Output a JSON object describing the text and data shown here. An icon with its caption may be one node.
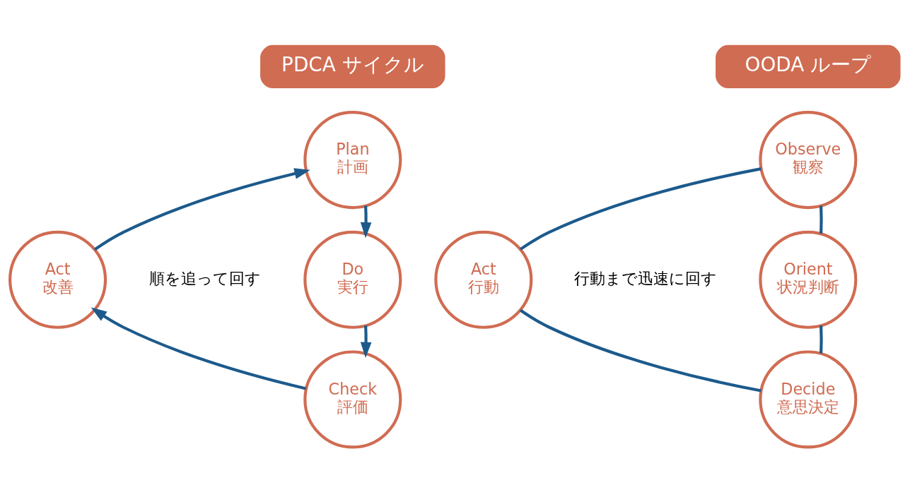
{
  "diagram": {
    "nodes": [
      {
        "text": [
          "PDCA サイクル"
        ]
      },
      {
        "text": [
          "Plan",
          "計画"
        ]
      },
      {
        "text": [
          "Do",
          "実行"
        ]
      },
      {
        "text": [
          "Check",
          "評価"
        ]
      },
      {
        "text": [
          "Act",
          "改善"
        ]
      },
      {
        "text": [
          "OODA ループ"
        ]
      },
      {
        "text": [
          "Observe",
          "観察"
        ]
      },
      {
        "text": [
          "Orient",
          "状況判断"
        ]
      },
      {
        "text": [
          "Decide",
          "意思決定"
        ]
      },
      {
        "text": [
          "Act",
          "行動"
        ]
      }
    ],
    "edges": [
      {
        "from": 1,
        "to": 2,
        "arrow": "to"
      },
      {
        "from": 2,
        "to": 3,
        "arrow": "to"
      },
      {
        "from": 3,
        "to": 4,
        "arrow": "to"
      },
      {
        "from": 4,
        "to": 1,
        "arrow": "to"
      },
      {
        "from": 6,
        "to": 7,
        "arrow": "none"
      },
      {
        "from": 7,
        "to": 8,
        "arrow": "none"
      },
      {
        "from": 8,
        "to": 9,
        "arrow": "none"
      },
      {
        "from": 9,
        "to": 6,
        "arrow": "none"
      }
    ],
    "labels": [
      "順を追って回す",
      "行動まで迅速に回す"
    ]
  }
}
